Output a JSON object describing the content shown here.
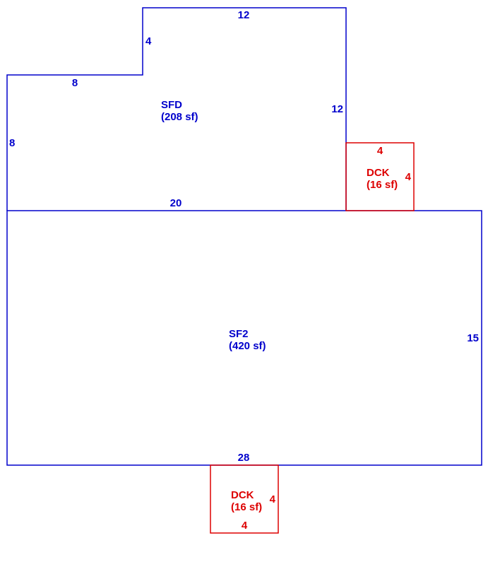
{
  "colors": {
    "dwelling": "#0000cc",
    "deck": "#dd0000",
    "background": "#ffffff"
  },
  "areas": {
    "sfd": {
      "code": "SFD",
      "area": "(208 sf)",
      "dims": {
        "top": "12",
        "step": "4",
        "upper_left": "8",
        "left": "8",
        "right": "12",
        "bottom": "20"
      }
    },
    "sf2": {
      "code": "SF2",
      "area": "(420 sf)",
      "dims": {
        "bottom": "28",
        "right": "15"
      }
    },
    "deck_upper": {
      "code": "DCK",
      "area": "(16 sf)",
      "dims": {
        "top": "4",
        "right": "4"
      }
    },
    "deck_lower": {
      "code": "DCK",
      "area": "(16 sf)",
      "dims": {
        "right": "4",
        "bottom": "4"
      }
    }
  }
}
